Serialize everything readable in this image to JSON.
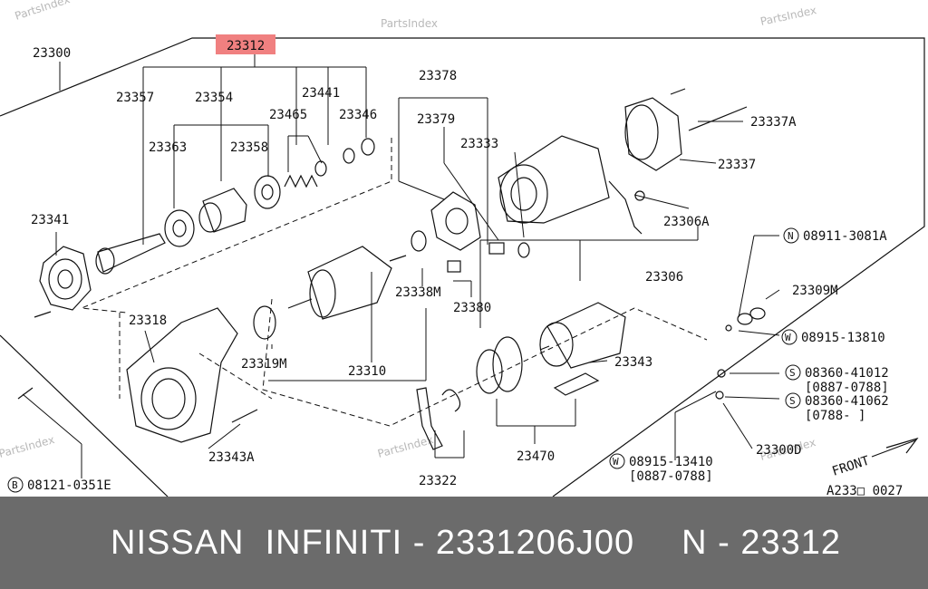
{
  "watermark": "PartsIndex",
  "highlight_color": "#f08080",
  "banner": {
    "brand": "NISSAN  INFINITI",
    "sep1": " - ",
    "part_number": "2331206J00",
    "ref_prefix": "N - ",
    "ref_code": "23312"
  },
  "labels": {
    "l23300": "23300",
    "l23312": "23312",
    "l23357": "23357",
    "l23354": "23354",
    "l23441": "23441",
    "l23465": "23465",
    "l23346": "23346",
    "l23363": "23363",
    "l23358": "23358",
    "l23341": "23341",
    "l23378": "23378",
    "l23379": "23379",
    "l23333": "23333",
    "l23337A": "23337A",
    "l23337": "23337",
    "l23306A": "23306A",
    "l23306": "23306",
    "l23338M": "23338M",
    "l23380": "23380",
    "l23318": "23318",
    "l23319M": "23319M",
    "l23310": "23310",
    "l23343": "23343",
    "l23343A": "23343A",
    "l23322": "23322",
    "l23470": "23470",
    "l08911": "08911-3081A",
    "l23309M": "23309M",
    "l08915_13810": "08915-13810",
    "l08360_41012": "08360-41012",
    "d0887_0788a": "[0887-0788]",
    "l08360_41062": "08360-41062",
    "d0788": "[0788-    ]",
    "l23300D": "23300D",
    "l08915_13410": "08915-13410",
    "d0887_0788b": "[0887-0788]",
    "l08121": "08121-0351E",
    "front": "FRONT",
    "code": "A233□ 0027"
  },
  "circle_letters": {
    "n": "N",
    "w1": "W",
    "s1": "S",
    "s2": "S",
    "w2": "W",
    "b": "B"
  }
}
